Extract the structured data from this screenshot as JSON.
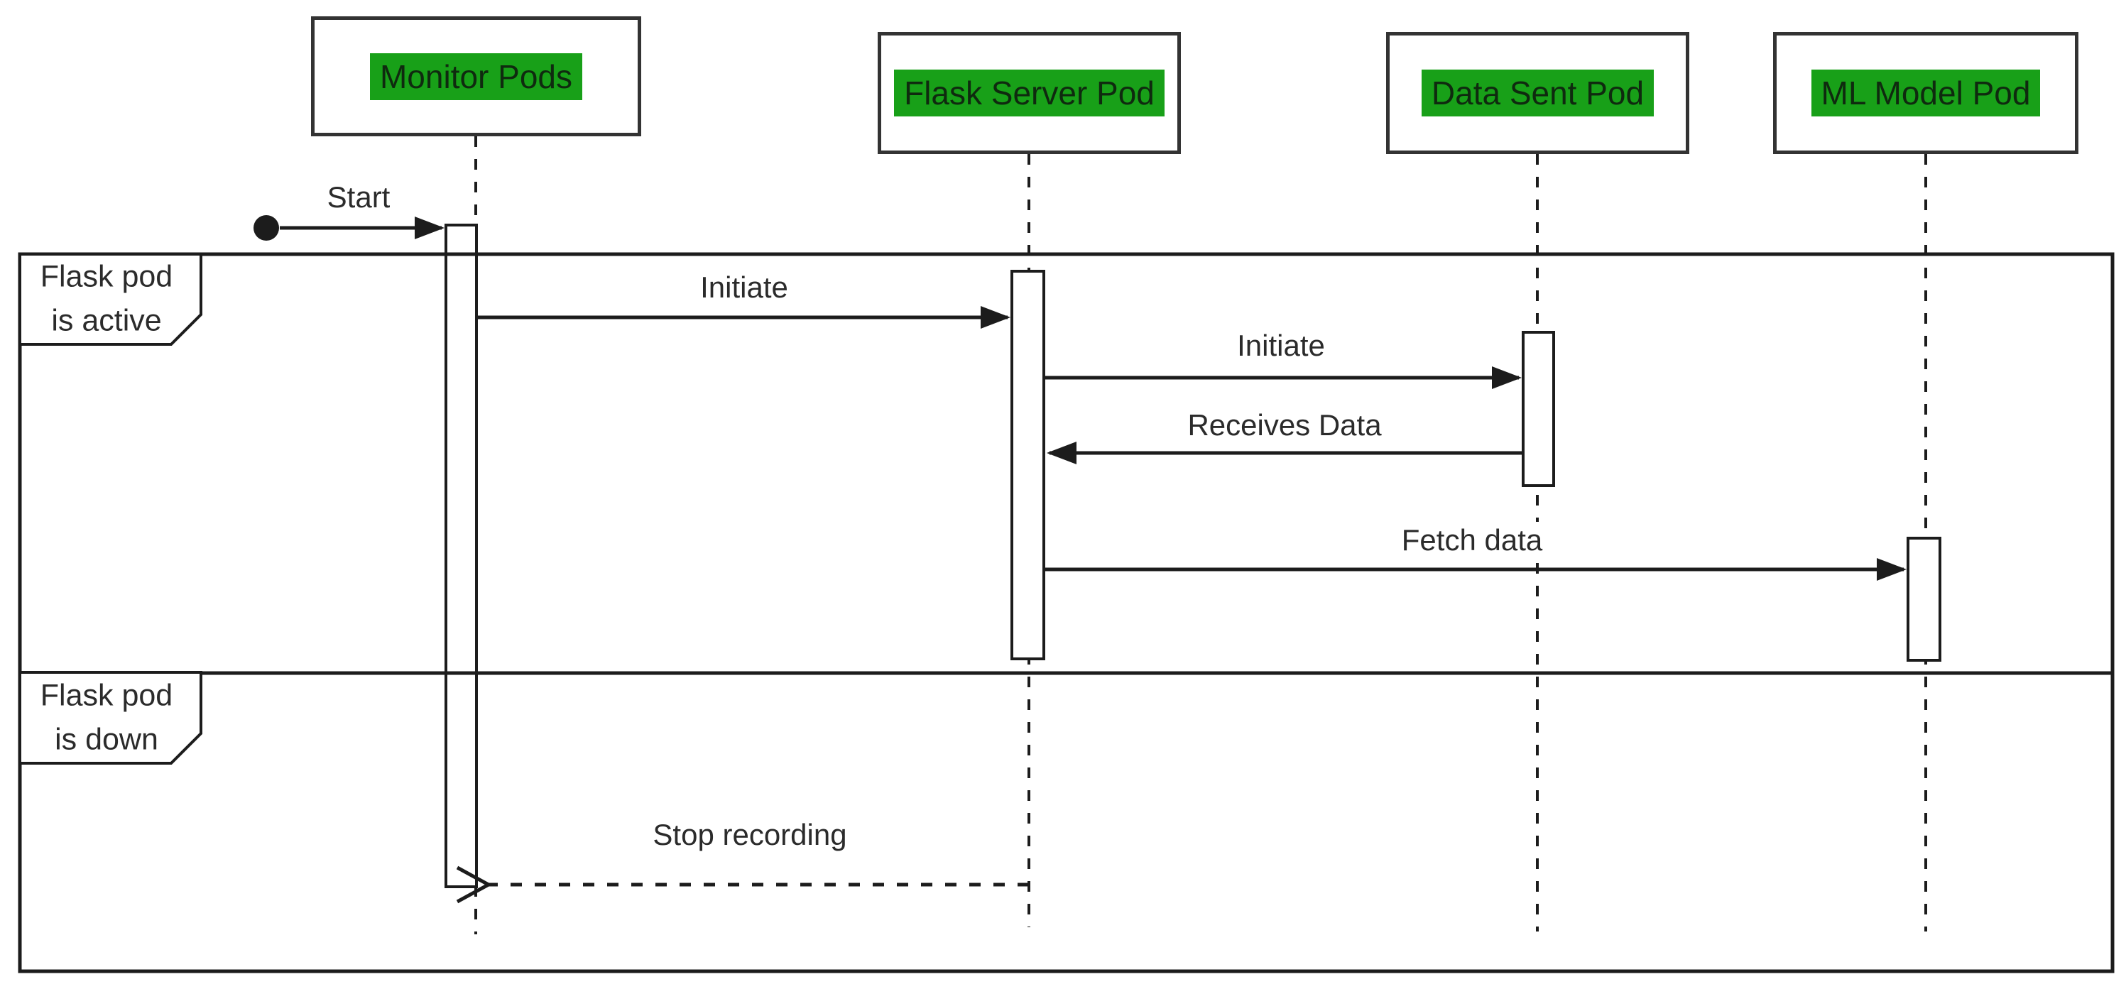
{
  "diagram_type": "uml-sequence-diagram",
  "actors": [
    {
      "name": "Monitor Pods"
    },
    {
      "name": "Flask Server Pod"
    },
    {
      "name": "Data Sent Pod"
    },
    {
      "name": "ML Model Pod"
    }
  ],
  "sections": [
    {
      "line1": "Flask pod",
      "line2": "is active"
    },
    {
      "line1": "Flask pod",
      "line2": "is down"
    }
  ],
  "messages": [
    {
      "label": "Start",
      "from": "start-node",
      "to": "Monitor Pods",
      "style": "solid-arrow"
    },
    {
      "label": "Initiate",
      "from": "Monitor Pods",
      "to": "Flask Server Pod",
      "style": "solid-arrow"
    },
    {
      "label": "Initiate",
      "from": "Flask Server Pod",
      "to": "Data Sent Pod",
      "style": "solid-arrow"
    },
    {
      "label": "Receives Data",
      "from": "Data Sent Pod",
      "to": "Flask Server Pod",
      "style": "solid-arrow"
    },
    {
      "label": "Fetch data",
      "from": "Flask Server Pod",
      "to": "ML Model Pod",
      "style": "solid-arrow"
    },
    {
      "label": "Stop recording",
      "from": "Flask Server Pod",
      "to": "Monitor Pods",
      "style": "dashed-open-arrow"
    }
  ],
  "colors": {
    "highlight_green": "#18a018",
    "line_color": "#1c1c1c",
    "label_text": "#2b2b2b",
    "background": "#ffffff"
  }
}
